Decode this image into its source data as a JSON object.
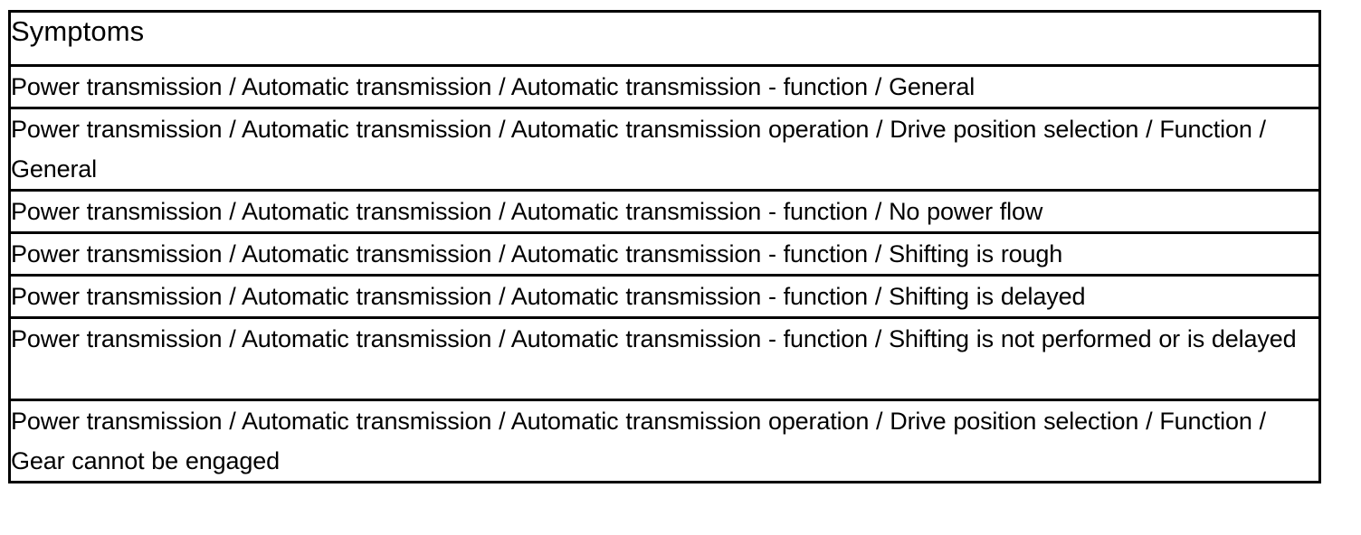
{
  "table": {
    "header": {
      "label": "Symptoms"
    },
    "rows": [
      {
        "text": "Power transmission / Automatic transmission / Automatic transmission - function / General",
        "lines": 1
      },
      {
        "text": "Power transmission / Automatic transmission / Automatic transmission operation / Drive position selection / Function / General",
        "lines": 2
      },
      {
        "text": "Power transmission / Automatic transmission / Automatic transmission - function / No power flow",
        "lines": 1
      },
      {
        "text": "Power transmission / Automatic transmission / Automatic transmission - function / Shifting is rough",
        "lines": 1
      },
      {
        "text": "Power transmission / Automatic transmission / Automatic transmission - function / Shifting is delayed",
        "lines": 1
      },
      {
        "text": "Power transmission / Automatic transmission / Automatic transmission - function / Shifting is not performed or is delayed",
        "lines": 2
      },
      {
        "text": "Power transmission / Automatic transmission / Automatic transmission operation / Drive position selection / Function / Gear cannot be engaged",
        "lines": 2
      }
    ]
  },
  "colors": {
    "border": "#000000",
    "text": "#000000",
    "background": "#ffffff"
  }
}
